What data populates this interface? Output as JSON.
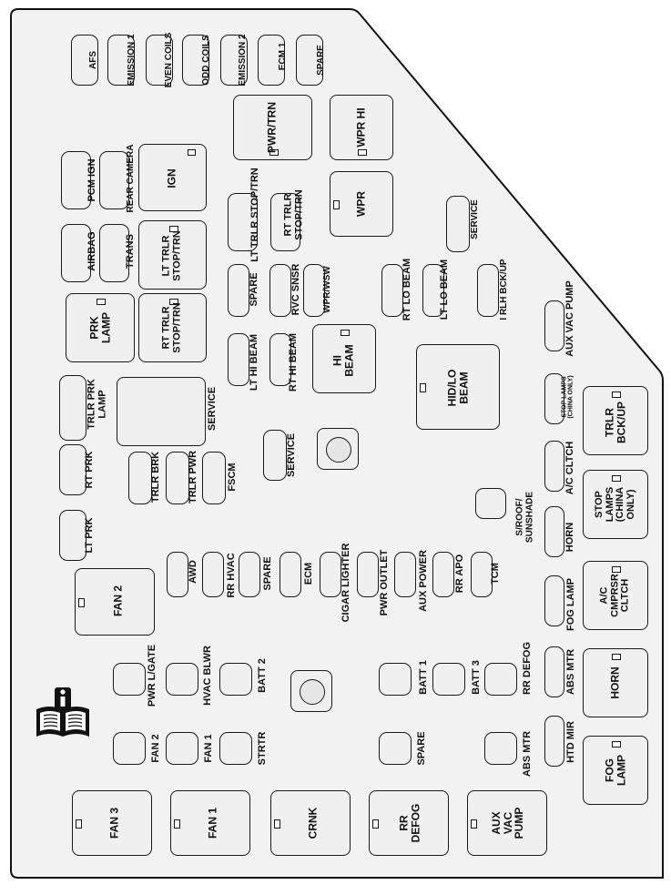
{
  "labels": {
    "afs": "AFS",
    "emission1": "EMISSION 1",
    "even_coils": "EVEN COILS",
    "odd_coils": "ODD COILS",
    "emission2": "EMISSION 2",
    "ecm1": "ECM 1",
    "spare_top": "SPARE",
    "pwr_trn": "PWR/TRN",
    "wpr_hi": "WPR HI",
    "pcm_ign": "PCM IGN",
    "rear_camera": "REAR CAMERA",
    "ign": "IGN",
    "lt_trlr_stop_trn_vert": "LT TRLR STOP/TRN",
    "rt_trlr_stop_trn_vert": "RT TRLR\nSTOP/TRN",
    "wpr": "WPR",
    "service_top": "SERVICE",
    "airbag": "AIRBAG",
    "trans": "TRANS",
    "lt_trlr_stop_trn_relay": "LT TRLR\nSTOP/TRN",
    "spare_mid": "SPARE",
    "rvc_snsr": "RVC SNSR",
    "wpr_wsw": "WPR/WSW",
    "rt_lo_beam": "RT LO BEAM",
    "lt_lo_beam": "LT LO BEAM",
    "i_rlh_bck_up": "I RLH BCK/UP",
    "prk_lamp": "PRK\nLAMP",
    "rt_trlr_stop_trn_relay": "RT TRLR\nSTOP/TRN",
    "aux_vac_pump_fuse": "AUX VAC PUMP",
    "lt_hi_beam": "LT HI BEAM",
    "rt_hi_beam": "RT HI BEAM",
    "hi_beam": "HI\nBEAM",
    "hid_lo_beam": "HID/LO\nBEAM",
    "trlr_prk_lamp": "TRLR PRK\nLAMP",
    "service_large": "SERVICE",
    "stop_lamps_china_small": "STOP LAMPS\n(CHINA ONLY)",
    "trlr_bck_up": "TRLR\nBCK/UP",
    "rt_prk": "RT PRK",
    "trlr_brk": "TRLR BRK",
    "trlr_pwr": "TRLR PWR",
    "fscm": "FSCM",
    "service_small": "SERVICE",
    "ac_cltch": "A/C CLTCH",
    "stop_lamps_china": "STOP\nLAMPS\n(CHINA\nONLY)",
    "s_roof_sunshade": "S/ROOF/\nSUNSHADE",
    "lt_prk": "LT PRK",
    "horn_fuse": "HORN",
    "awd": "AWD",
    "rr_hvac": "RR HVAC",
    "spare_row": "SPARE",
    "ecm": "ECM",
    "cigar_lighter": "CIGAR LIGHTER",
    "pwr_outlet": "PWR OUTLET",
    "aux_power": "AUX POWER",
    "rr_apo": "RR APO",
    "tcm": "TCM",
    "fan2_relay": "FAN 2",
    "fog_lamp_fuse": "FOG LAMP",
    "ac_cmprsr_cltch": "A/C\nCMPRSR\nCLTCH",
    "pwr_l_gate": "PWR L/GATE",
    "hvac_blwr": "HVAC BLWR",
    "batt2": "BATT 2",
    "batt1": "BATT 1",
    "batt3": "BATT 3",
    "rr_defog_fuse": "RR DEFOG",
    "abs_mtr_fuse": "ABS MTR",
    "horn_relay": "HORN",
    "fan2_fuse": "FAN 2",
    "fan1_fuse": "FAN 1",
    "strtr": "STRTR",
    "spare_bottom": "SPARE",
    "abs_mtr_bottom": "ABS MTR",
    "htd_mir": "HTD MIR",
    "fog_lamp_relay": "FOG\nLAMP",
    "fan3": "FAN 3",
    "fan1": "FAN 1",
    "crnk": "CRNK",
    "rr_defog_relay": "RR\nDEFOG",
    "aux_vac_pump_relay": "AUX\nVAC\nPUMP"
  },
  "icons": {
    "manual": "owner-manual-info-icon"
  }
}
